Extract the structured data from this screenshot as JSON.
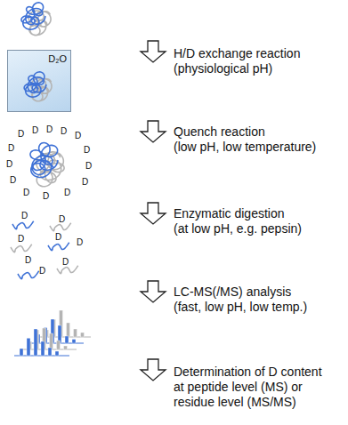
{
  "diagram": {
    "nodes": [
      {
        "text": [
          "D₂O"
        ]
      }
    ],
    "labels": [
      "H/D exchange reaction (physiological pH)",
      "Quench reaction (low pH, low temperature)",
      "Enzymatic digestion (at low pH, e.g. pepsin)",
      "LC-MS(/MS) analysis (fast, low pH, low temp.)",
      "Determination of D content at peptide level (MS) or residue level (MS/MS)",
      "D",
      "D",
      "D",
      "D",
      "D",
      "D",
      "D",
      "D",
      "D",
      "D",
      "D",
      "D",
      "D",
      "D",
      "D",
      "D",
      "D",
      "D",
      "D",
      "D",
      "D",
      "D"
    ]
  }
}
